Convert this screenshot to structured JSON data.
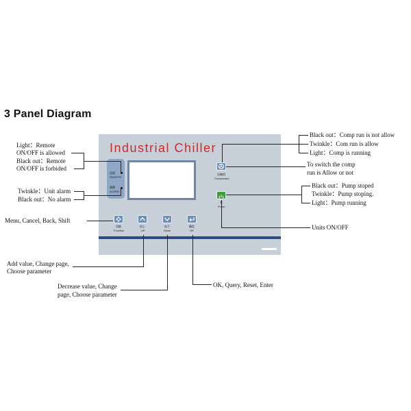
{
  "heading": "3 Panel Diagram",
  "panel": {
    "title": "Industrial  Chiller",
    "lamp_remote": {
      "label_cn": "远程",
      "label_en": "REMOTE"
    },
    "lamp_alarm": {
      "label_cn": "故障",
      "label_en": "ALARM"
    },
    "compressor_button": {
      "label_cn": "压缩机",
      "label_en": "Compressor",
      "icon": "fan-icon"
    },
    "pump_button": {
      "label_cn": "泵",
      "label_en": "Pump",
      "icon": "power-icon"
    },
    "function_button": {
      "label_cn": "功能",
      "label_en": "Function",
      "icon": "gear-icon"
    },
    "up_button": {
      "label_cn": "向上",
      "label_en": "UP",
      "icon": "arrow-up-icon"
    },
    "down_button": {
      "label_cn": "向下",
      "label_en": "Down",
      "icon": "arrow-down-icon"
    },
    "ok_button": {
      "label_cn": "确定",
      "label_en": "OK",
      "icon": "enter-icon"
    }
  },
  "callouts": {
    "remote_light": [
      "Light：Remote",
      "ON/OFF is allowed"
    ],
    "remote_black": [
      "Black out：Remote",
      "ON/OFF is forbided"
    ],
    "alarm": [
      "Twinkle：Unit alarm",
      "Black out：No alarm"
    ],
    "menu": "Menu, Cancel, Back, Shift",
    "add_value": [
      "Add value, Change page,",
      "Choose parameter"
    ],
    "decrease_value": [
      "Decrease value, Change",
      "page, Choose parameter"
    ],
    "ok": "OK, Query, Reset, Enter",
    "comp_status": [
      "Black out：Comp run is not allow",
      "Twinkle：Com run is allow",
      "Light：Comp is running"
    ],
    "comp_switch": [
      "To switch the comp",
      "run is Allow or not"
    ],
    "pump_status": [
      "Black out：Pump stoped",
      "Twinkle：Pump stoping.",
      "Light：Pump running"
    ],
    "units": "Units ON/OFF"
  },
  "colors": {
    "panel_bg": "#c7cfd9",
    "panel_navy": "#15367a",
    "title_red": "#cf2a2a",
    "button_blue": "#6d8fb8",
    "button_green": "#3c9e3a"
  }
}
